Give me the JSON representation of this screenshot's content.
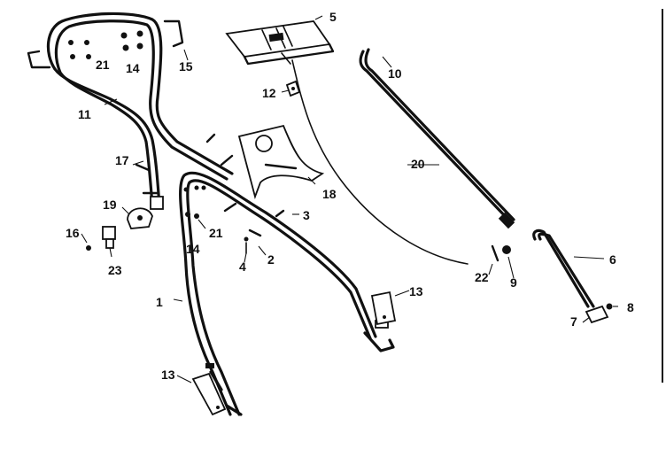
{
  "diagram": {
    "callouts": [
      {
        "id": "c1",
        "text": "1"
      },
      {
        "id": "c2",
        "text": "2"
      },
      {
        "id": "c3",
        "text": "3"
      },
      {
        "id": "c4",
        "text": "4"
      },
      {
        "id": "c5",
        "text": "5"
      },
      {
        "id": "c6",
        "text": "6"
      },
      {
        "id": "c7",
        "text": "7"
      },
      {
        "id": "c8",
        "text": "8"
      },
      {
        "id": "c9",
        "text": "9"
      },
      {
        "id": "c10",
        "text": "10"
      },
      {
        "id": "c11",
        "text": "11"
      },
      {
        "id": "c12",
        "text": "12"
      },
      {
        "id": "c13a",
        "text": "13"
      },
      {
        "id": "c13b",
        "text": "13"
      },
      {
        "id": "c14a",
        "text": "14"
      },
      {
        "id": "c14b",
        "text": "14"
      },
      {
        "id": "c15",
        "text": "15"
      },
      {
        "id": "c16",
        "text": "16"
      },
      {
        "id": "c17",
        "text": "17"
      },
      {
        "id": "c18",
        "text": "18"
      },
      {
        "id": "c19",
        "text": "19"
      },
      {
        "id": "c20",
        "text": "20"
      },
      {
        "id": "c21a",
        "text": "21"
      },
      {
        "id": "c21b",
        "text": "21"
      },
      {
        "id": "c22",
        "text": "22"
      },
      {
        "id": "c23",
        "text": "23"
      }
    ]
  }
}
